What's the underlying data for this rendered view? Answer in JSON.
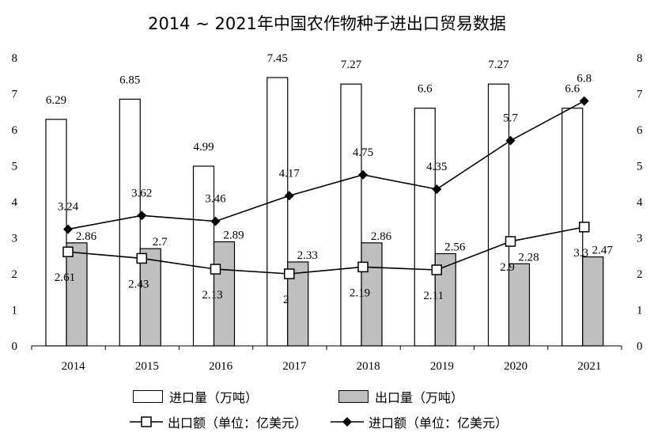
{
  "chart_data": {
    "type": "bar",
    "title": "2014 ~ 2021年中国农作物种子进出口贸易数据",
    "categories": [
      "2014",
      "2015",
      "2016",
      "2017",
      "2018",
      "2019",
      "2020",
      "2021"
    ],
    "ylim": [
      0,
      8
    ],
    "y2lim": [
      0,
      8
    ],
    "yticks": [
      "0",
      "1",
      "2",
      "3",
      "4",
      "5",
      "6",
      "7",
      "8"
    ],
    "series": [
      {
        "name": "进口量（万吨）",
        "type": "bar",
        "axis": "left",
        "color": "#ffffff",
        "values": [
          6.29,
          6.85,
          4.99,
          7.45,
          7.27,
          6.6,
          7.27,
          6.6
        ],
        "labels": [
          "6.29",
          "6.85",
          "4.99",
          "7.45",
          "7.27",
          "6.6",
          "7.27",
          "6.6"
        ]
      },
      {
        "name": "出口量（万吨）",
        "type": "bar",
        "axis": "left",
        "color": "#bfbfbf",
        "values": [
          2.86,
          2.7,
          2.89,
          2.33,
          2.86,
          2.56,
          2.28,
          2.47
        ],
        "labels": [
          "2.86",
          "2.7",
          "2.89",
          "2.33",
          "2.86",
          "2.56",
          "2.28",
          "2.47"
        ]
      },
      {
        "name": "出口额（单位：亿美元）",
        "type": "line",
        "axis": "right",
        "marker": "square",
        "values": [
          2.61,
          2.43,
          2.13,
          2,
          2.19,
          2.11,
          2.9,
          3.3
        ],
        "labels": [
          "2.61",
          "2.43",
          "2.13",
          "2",
          "2.19",
          "2.11",
          "2.9",
          "3.3"
        ]
      },
      {
        "name": "进口额（单位：亿美元）",
        "type": "line",
        "axis": "right",
        "marker": "diamond",
        "values": [
          3.24,
          3.62,
          3.46,
          4.17,
          4.75,
          4.35,
          5.7,
          6.8
        ],
        "labels": [
          "3.24",
          "3.62",
          "3.46",
          "4.17",
          "4.75",
          "4.35",
          "5.7",
          "6.8"
        ]
      }
    ],
    "grid": false,
    "legend": "bottom"
  }
}
